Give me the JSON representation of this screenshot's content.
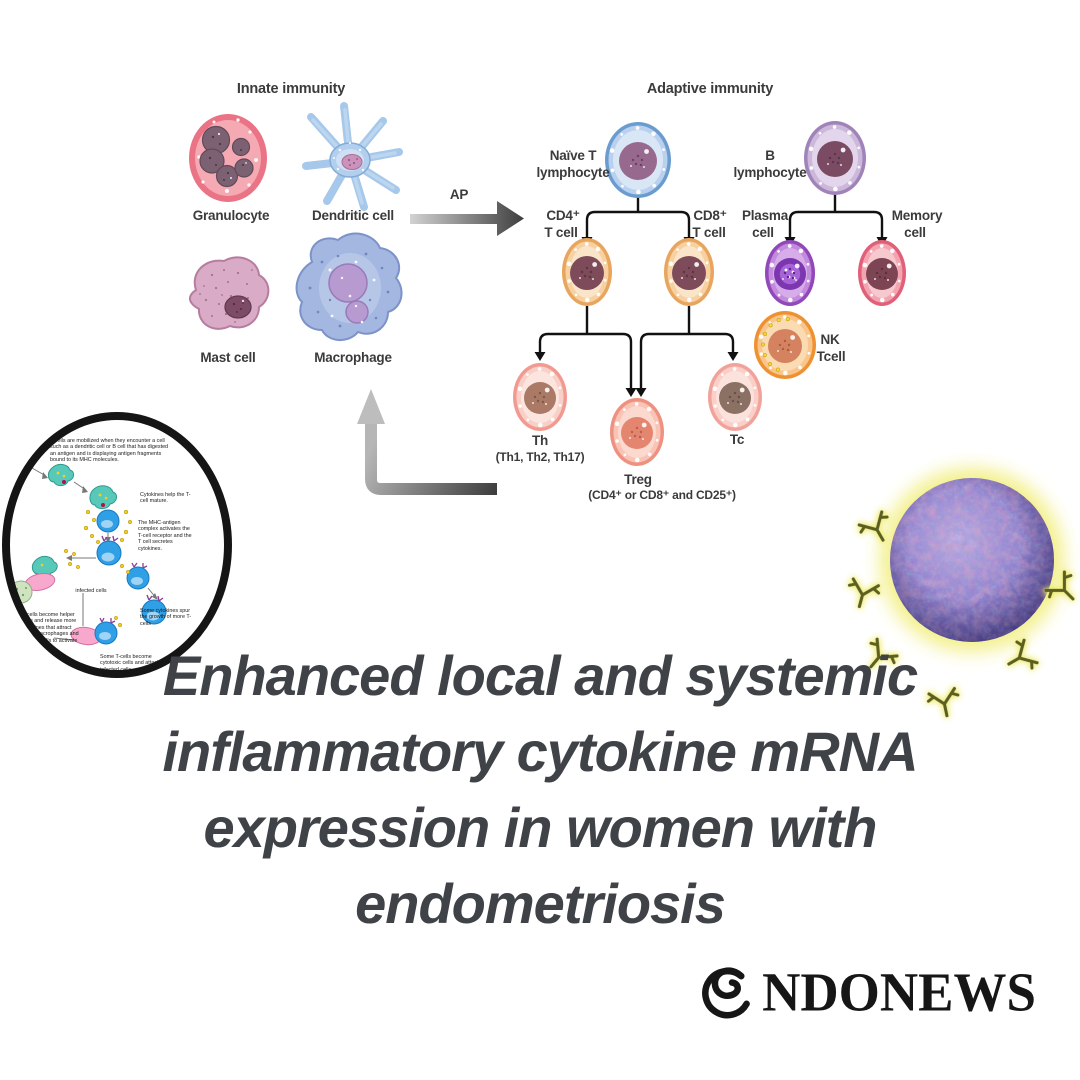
{
  "colors": {
    "background": "#ffffff",
    "headline_text": "#3f4247",
    "logo_text": "#161616",
    "diagram_label": "#3b3b3b",
    "arrow_black": "#111111",
    "ap_arrow_gradient": [
      "#d2d2d2",
      "#3e3e3e"
    ],
    "feedback_arrow_gradient": [
      "#3e3e3e",
      "#b6b6b6"
    ],
    "antibody": "#5b5f24",
    "antibody_glow": "#eeea5e",
    "virus_purple": "#8a7ac8"
  },
  "diagram": {
    "innate_title": "Innate immunity",
    "adaptive_title": "Adaptive immunity",
    "ap_label": "AP",
    "labels": {
      "granulocyte": "Granulocyte",
      "dendritic": "Dendritic cell",
      "mast": "Mast cell",
      "macrophage": "Macrophage",
      "naive_t_1": "Naïve T",
      "naive_t_2": "lymphocyte",
      "b_1": "B",
      "b_2": "lymphocyte",
      "cd4_1": "CD4⁺",
      "cd4_2": "T cell",
      "cd8_1": "CD8⁺",
      "cd8_2": "T cell",
      "plasma_1": "Plasma",
      "plasma_2": "cell",
      "memory_1": "Memory",
      "memory_2": "cell",
      "nk_1": "NK",
      "nk_2": "Tcell",
      "th": "Th",
      "th_sub": "(Th1, Th2, Th17)",
      "treg": "Treg",
      "treg_sub": "(CD4⁺ or CD8⁺ and CD25⁺)",
      "tc": "Tc"
    }
  },
  "inset": {
    "captions": {
      "c1": "T-cells are mobilized when they encounter a cell such as a dendritic cell or B cell that has digested an antigen and is displaying antigen fragments bound to its MHC molecules.",
      "c2": "Cytokines help the T-cell mature.",
      "c3": "The MHC-antigen complex activates the T-cell receptor and the T cell secretes cytokines.",
      "c4": "infected cells",
      "c5": "T-cells become helper cells and release more cytokines that attract fresh macrophages and other T-cells to activate",
      "c6": "Some cytokines spur the growth of more T-cells",
      "c7": "Some T-cells become cytotoxic cells and attack infected cells"
    }
  },
  "headline": {
    "line1": "Enhanced local and systemic",
    "line2": "inflammatory cytokine mRNA",
    "line3": "expression in women with",
    "line4": "endometriosis"
  },
  "logo": {
    "wordmark": "NDONEWS"
  }
}
